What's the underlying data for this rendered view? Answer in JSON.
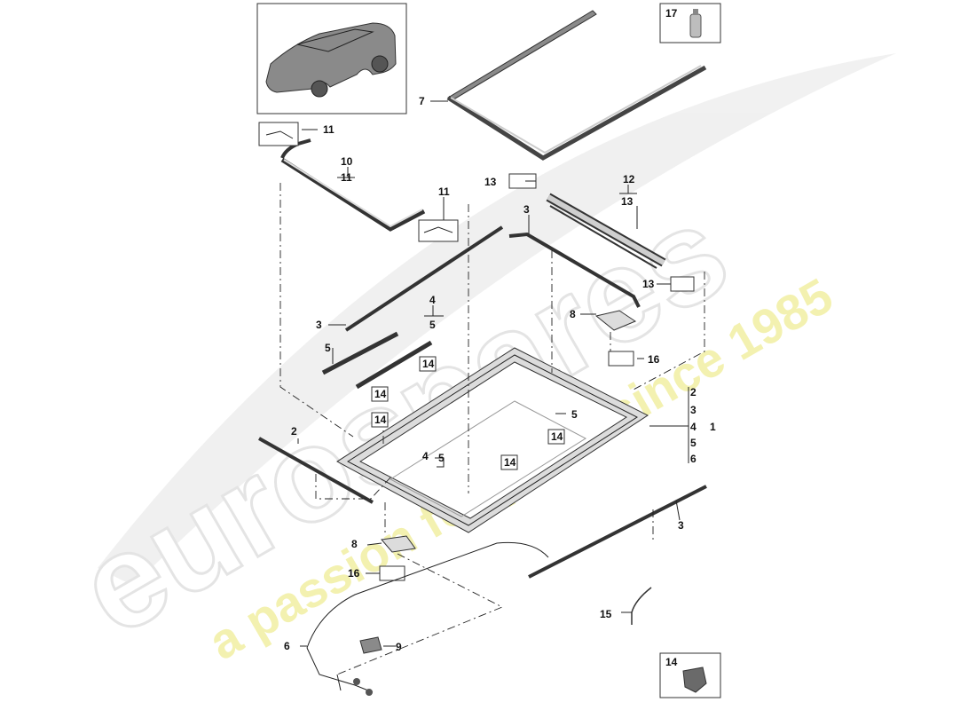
{
  "watermark": {
    "brand": "eurospares",
    "tagline": "a passion for parts since 1985"
  },
  "callouts": {
    "c1": "1",
    "c2a": "2",
    "c2b": "2",
    "c3a": "3",
    "c3b": "3",
    "c3c": "3",
    "c3d": "3",
    "c4a": "4",
    "c4b": "4",
    "c4c": "4",
    "c5a": "5",
    "c5b": "5",
    "c5c": "5",
    "c5d": "5",
    "c5e": "5",
    "c6a": "6",
    "c6b": "6",
    "c7": "7",
    "c8a": "8",
    "c8b": "8",
    "c9": "9",
    "c10": "10",
    "c11a": "11",
    "c11b": "11",
    "c11c": "11",
    "c12": "12",
    "c13a": "13",
    "c13b": "13",
    "c13c": "13",
    "c14a": "14",
    "c14b": "14",
    "c14c": "14",
    "c14d": "14",
    "c14e": "14",
    "c14f": "14",
    "c15": "15",
    "c16a": "16",
    "c16b": "16",
    "c17": "17"
  },
  "colors": {
    "line": "#222222",
    "part_fill": "#dcdcdc",
    "watermark_grey": "#e4e4e4",
    "watermark_yellow": "#f2f0a8"
  }
}
